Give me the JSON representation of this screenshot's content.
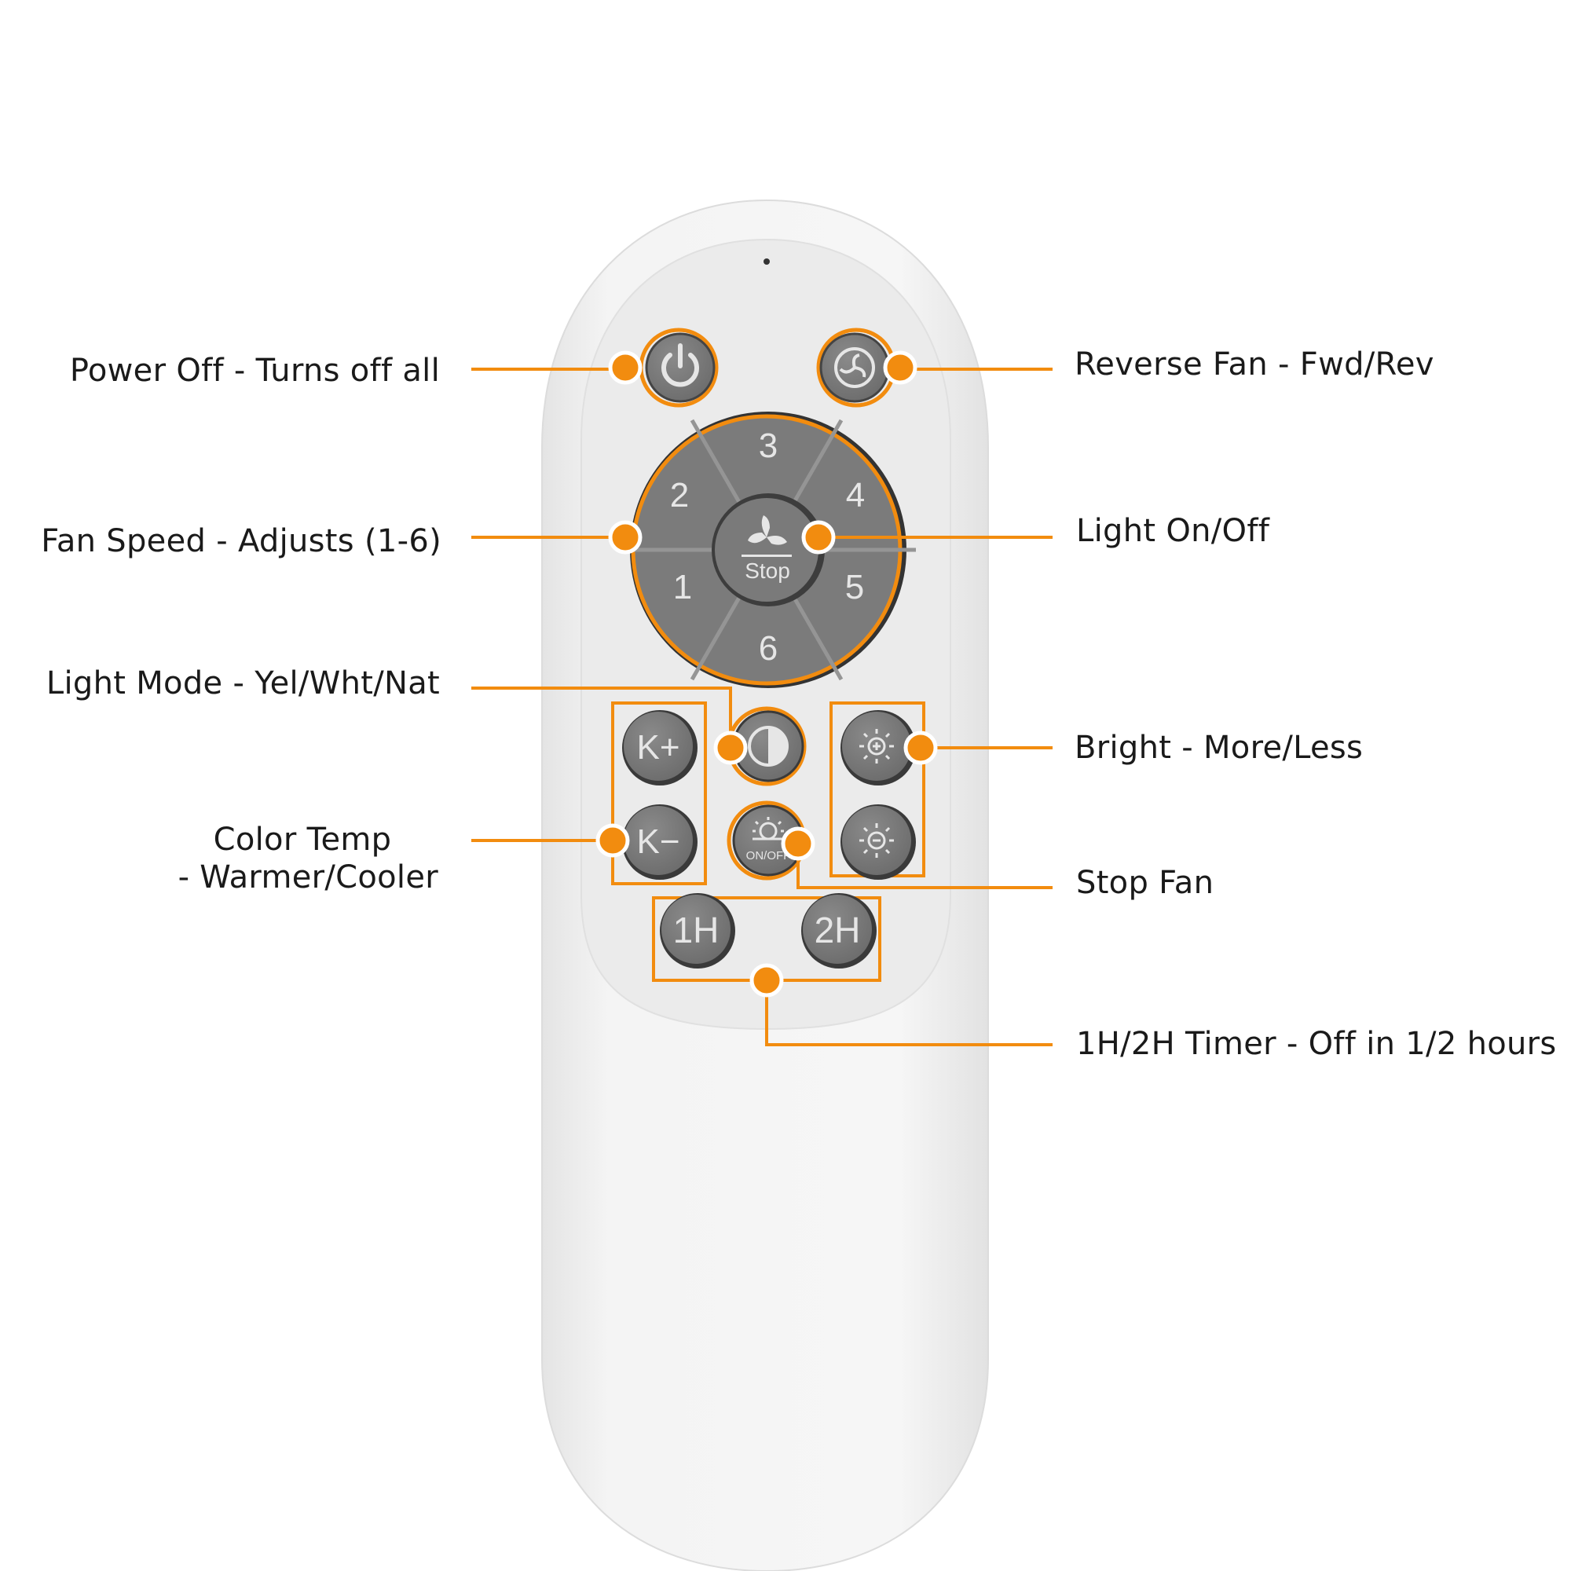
{
  "colors": {
    "accent": "#f28c0f",
    "button": "#7a7a7a",
    "button_dark": "#3a3a3a",
    "button_text": "#e6e6e6",
    "remote_body": "#f1f1f1",
    "remote_panel": "#e9e9e9"
  },
  "callouts": {
    "power_off": "Power Off - Turns off all",
    "reverse_fan": "Reverse Fan - Fwd/Rev",
    "fan_speed": "Fan Speed - Adjusts (1-6)",
    "light_onoff": "Light On/Off",
    "light_mode": "Light Mode - Yel/Wht/Nat",
    "bright": "Bright - More/Less",
    "color_temp_line1": "Color Temp",
    "color_temp_line2": "- Warmer/Cooler",
    "stop_fan": "Stop Fan",
    "timer": "1H/2H Timer - Off in 1/2 hours"
  },
  "remote": {
    "speed_labels": [
      "1",
      "2",
      "3",
      "4",
      "5",
      "6"
    ],
    "center_label": "Stop",
    "kplus_label": "K+",
    "kminus_label": "K−",
    "onoff_label": "ON/OFF",
    "timer1_label": "1H",
    "timer2_label": "2H"
  }
}
